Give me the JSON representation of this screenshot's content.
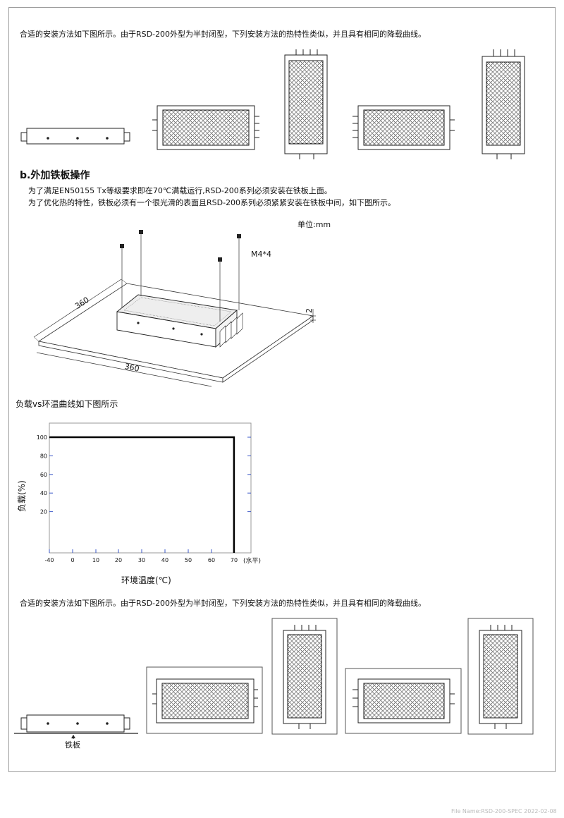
{
  "intro_text": "合适的安装方法如下图所示。由于RSD-200外型为半封闭型，下列安装方法的热特性类似，并且具有相同的降载曲线。",
  "section_b": {
    "title": "b.外加铁板操作",
    "line1": "为了满足EN50155 Tx等级要求即在70℃满载运行,RSD-200系列必须安装在铁板上面。",
    "line2": "为了优化热的特性，铁板必须有一个很光滑的表面且RSD-200系列必须紧紧安装在铁板中间，如下图所示。"
  },
  "drawing": {
    "unit": "单位:mm",
    "screw": "M4*4",
    "dim_depth": "360",
    "dim_width": "360",
    "dim_thick": "2"
  },
  "chart_heading": "负载vs环温曲线如下图所示",
  "chart_data": {
    "type": "line",
    "x": [
      -40,
      70,
      70
    ],
    "y": [
      100,
      100,
      0
    ],
    "xticks": [
      "-40",
      "0",
      "10",
      "20",
      "30",
      "40",
      "50",
      "60",
      "70"
    ],
    "yticks": [
      "100",
      "80",
      "60",
      "40",
      "20"
    ],
    "x_unit": "(水平)",
    "xlabel": "环境温度(℃)",
    "ylabel": "负载(%)",
    "grid": false
  },
  "bottom_text": "合适的安装方法如下图所示。由于RSD-200外型为半封闭型，下列安装方法的热特性类似，并且具有相同的降载曲线。",
  "plate_label": "铁板",
  "footer": "File Name:RSD-200-SPEC 2022-02-08"
}
